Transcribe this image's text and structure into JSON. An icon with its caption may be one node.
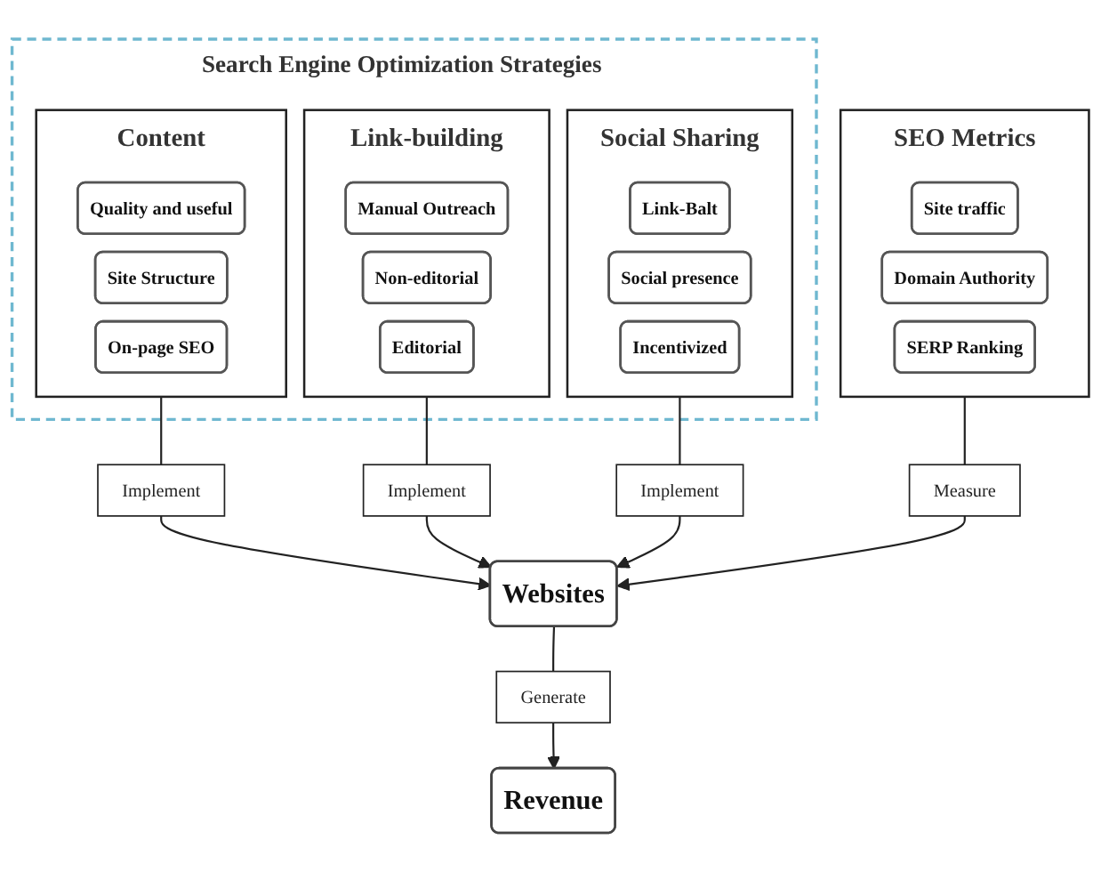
{
  "diagram": {
    "nodes": [
      {
        "text": [
          "Search Engine Optimization Strategies"
        ]
      },
      {
        "text": [
          "Content"
        ],
        "in": 0
      },
      {
        "text": [
          "Quality and useful"
        ],
        "in": 1
      },
      {
        "text": [
          "Site Structure"
        ],
        "in": 1
      },
      {
        "text": [
          "On-page SEO"
        ],
        "in": 1
      },
      {
        "text": [
          "Link-building"
        ],
        "in": 0
      },
      {
        "text": [
          "Manual Outreach"
        ],
        "in": 5
      },
      {
        "text": [
          "Non-editorial"
        ],
        "in": 5
      },
      {
        "text": [
          "Editorial"
        ],
        "in": 5
      },
      {
        "text": [
          "Social Sharing"
        ],
        "in": 0
      },
      {
        "text": [
          "Link-Balt"
        ],
        "in": 9
      },
      {
        "text": [
          "Social presence"
        ],
        "in": 9
      },
      {
        "text": [
          "Incentivized"
        ],
        "in": 9
      },
      {
        "text": [
          "Implement"
        ]
      },
      {
        "text": [
          "Implement"
        ]
      },
      {
        "text": [
          "Implement"
        ]
      },
      {
        "text": [
          "Websites"
        ]
      },
      {
        "text": [
          "Measure"
        ]
      },
      {
        "text": [
          "SEO Metrics"
        ]
      },
      {
        "text": [
          "Site traffic"
        ],
        "in": 18
      },
      {
        "text": [
          "Domain Authority"
        ],
        "in": 18
      },
      {
        "text": [
          "SERP Ranking"
        ],
        "in": 18
      },
      {
        "text": [
          "Generate"
        ]
      },
      {
        "text": [
          "Revenue"
        ]
      }
    ],
    "edges": [
      {
        "from": 1,
        "to": 13,
        "arrow": "none"
      },
      {
        "from": 13,
        "to": 16,
        "arrow": "to"
      },
      {
        "from": 5,
        "to": 14,
        "arrow": "none"
      },
      {
        "from": 14,
        "to": 16,
        "arrow": "to"
      },
      {
        "from": 9,
        "to": 15,
        "arrow": "none"
      },
      {
        "from": 15,
        "to": 16,
        "arrow": "to"
      },
      {
        "from": 18,
        "to": 17,
        "arrow": "none"
      },
      {
        "from": 17,
        "to": 16,
        "arrow": "to"
      },
      {
        "from": 16,
        "to": 22,
        "arrow": "none"
      },
      {
        "from": 22,
        "to": 23,
        "arrow": "to"
      }
    ]
  }
}
